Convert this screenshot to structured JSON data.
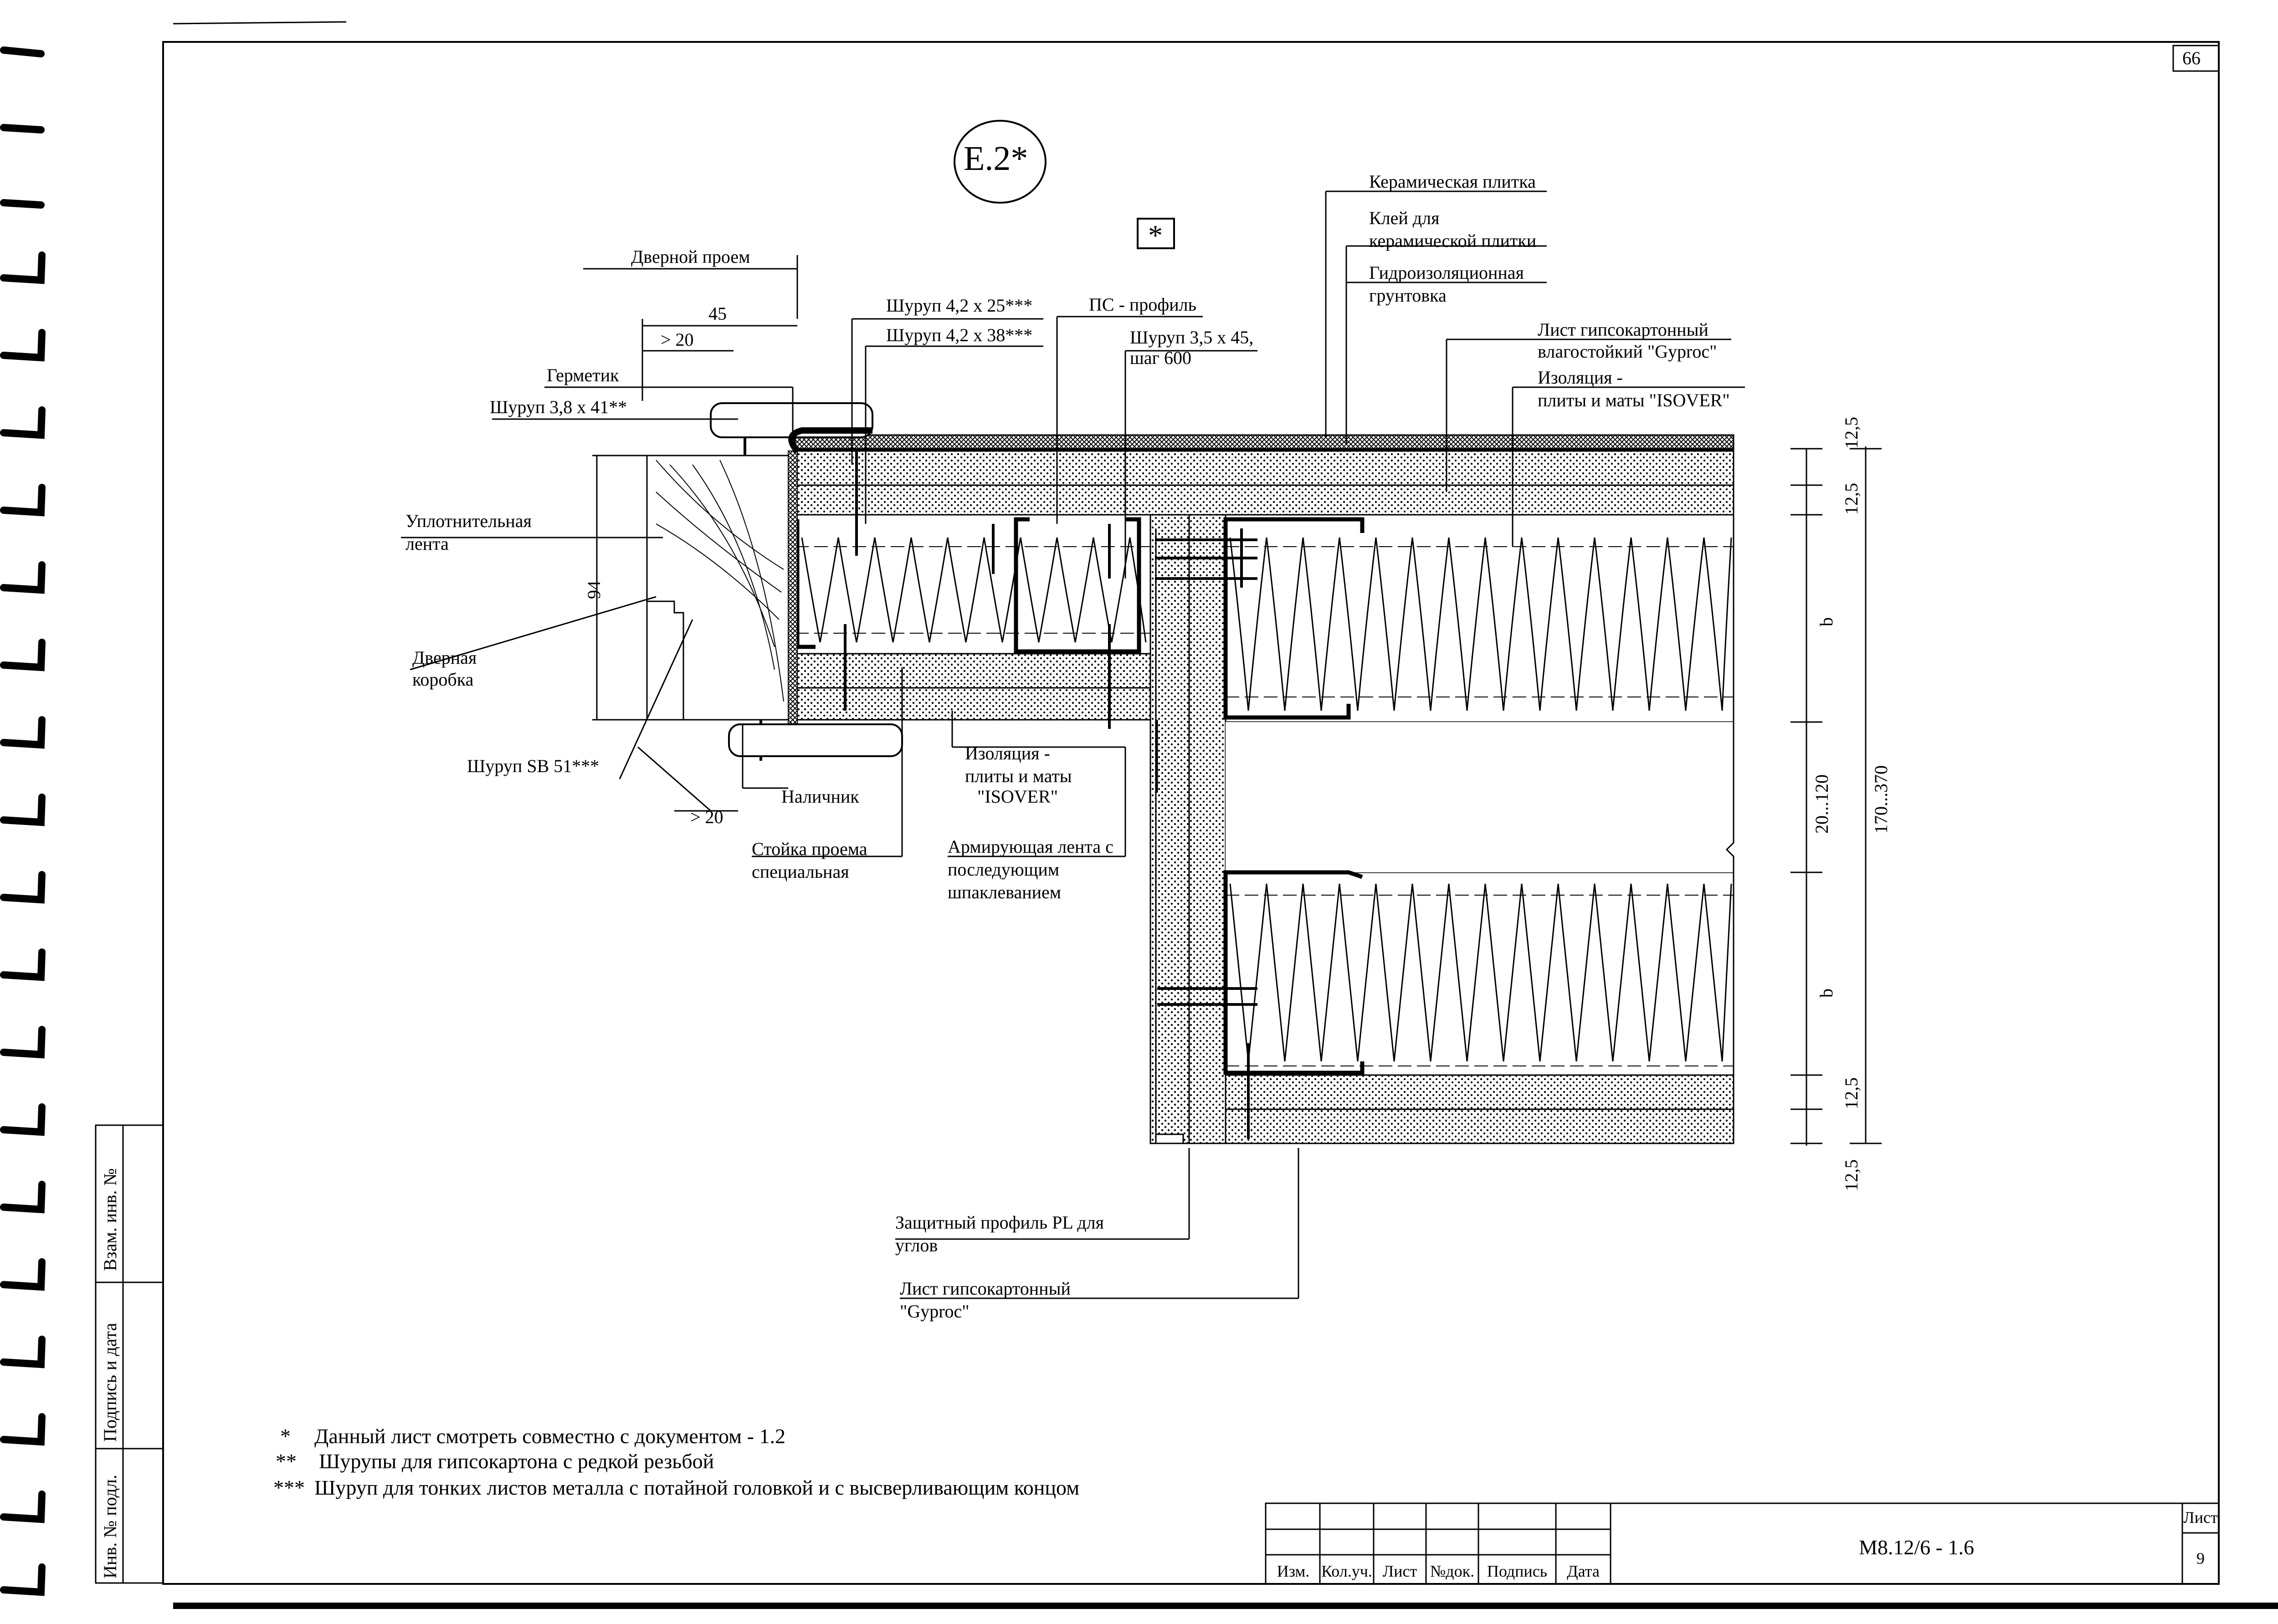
{
  "page_number": "66",
  "detail_id": "E.2*",
  "asterisk_box": "*",
  "labels": {
    "door_opening": "Дверной проем",
    "dim_45": "45",
    "dim_gt20_top": "> 20",
    "dim_gt20_bottom": "> 20",
    "sealant": "Герметик",
    "screw_38x41": "Шуруп 3,8 х 41**",
    "screw_42x25": "Шуруп 4,2 х 25***",
    "screw_42x38": "Шуруп 4,2 х 38***",
    "ps_profile": "ПС - профиль",
    "screw_35x45_l1": "Шуруп 3,5 х 45,",
    "screw_35x45_l2": "шаг 600",
    "ceramic_tile": "Керамическая плитка",
    "tile_glue_l1": "Клей для",
    "tile_glue_l2": "керамической плитки",
    "waterproof_l1": "Гидроизоляционная",
    "waterproof_l2": "грунтовка",
    "gypsum_moist_l1": "Лист гипсокартонный",
    "gypsum_moist_l2": "влагостойкий  \"Gyproc\"",
    "insulation_top_l1": "Изоляция -",
    "insulation_top_l2": "плиты и маты \"ISOVER\"",
    "seal_tape_l1": "Уплотнительная",
    "seal_tape_l2": "лента",
    "dim_94": "94",
    "door_frame_l1": "Дверная",
    "door_frame_l2": "коробка",
    "screw_sb51": "Шуруп SB 51***",
    "casing": "Наличник",
    "stud_l1": "Стойка проема",
    "stud_l2": "специальная",
    "insulation_mid_l1": "Изоляция -",
    "insulation_mid_l2": "плиты и маты",
    "insulation_mid_l3": "\"ISOVER\"",
    "reinf_tape_l1": "Армирующая лента с",
    "reinf_tape_l2": "последующим",
    "reinf_tape_l3": "шпаклеванием",
    "corner_profile_l1": "Защитный профиль PL для",
    "corner_profile_l2": "углов",
    "gypsum_l1": "Лист гипсокартонный",
    "gypsum_l2": "\"Gyproc\""
  },
  "dimensions_right": [
    "12,5",
    "12,5",
    "b",
    "20...120",
    "170...370",
    "b",
    "12,5",
    "12,5"
  ],
  "notes": [
    {
      "mark": "*",
      "text": "Данный лист смотреть совместно с документом - 1.2"
    },
    {
      "mark": "**",
      "text": "Шурупы для гипсокартона с редкой резьбой"
    },
    {
      "mark": "***",
      "text": "Шуруп  для тонких листов металла с потайной головкой и с высверливающим концом"
    }
  ],
  "left_margin": [
    "Взам. инв. №",
    "Подпись и дата",
    "Инв. № подл."
  ],
  "title_block": {
    "columns": [
      "Изм.",
      "Кол.уч.",
      "Лист",
      "№док.",
      "Подпись",
      "Дата"
    ],
    "doc_code": "М8.12/6 - 1.6",
    "sheet_label": "Лист",
    "sheet_number": "9"
  }
}
